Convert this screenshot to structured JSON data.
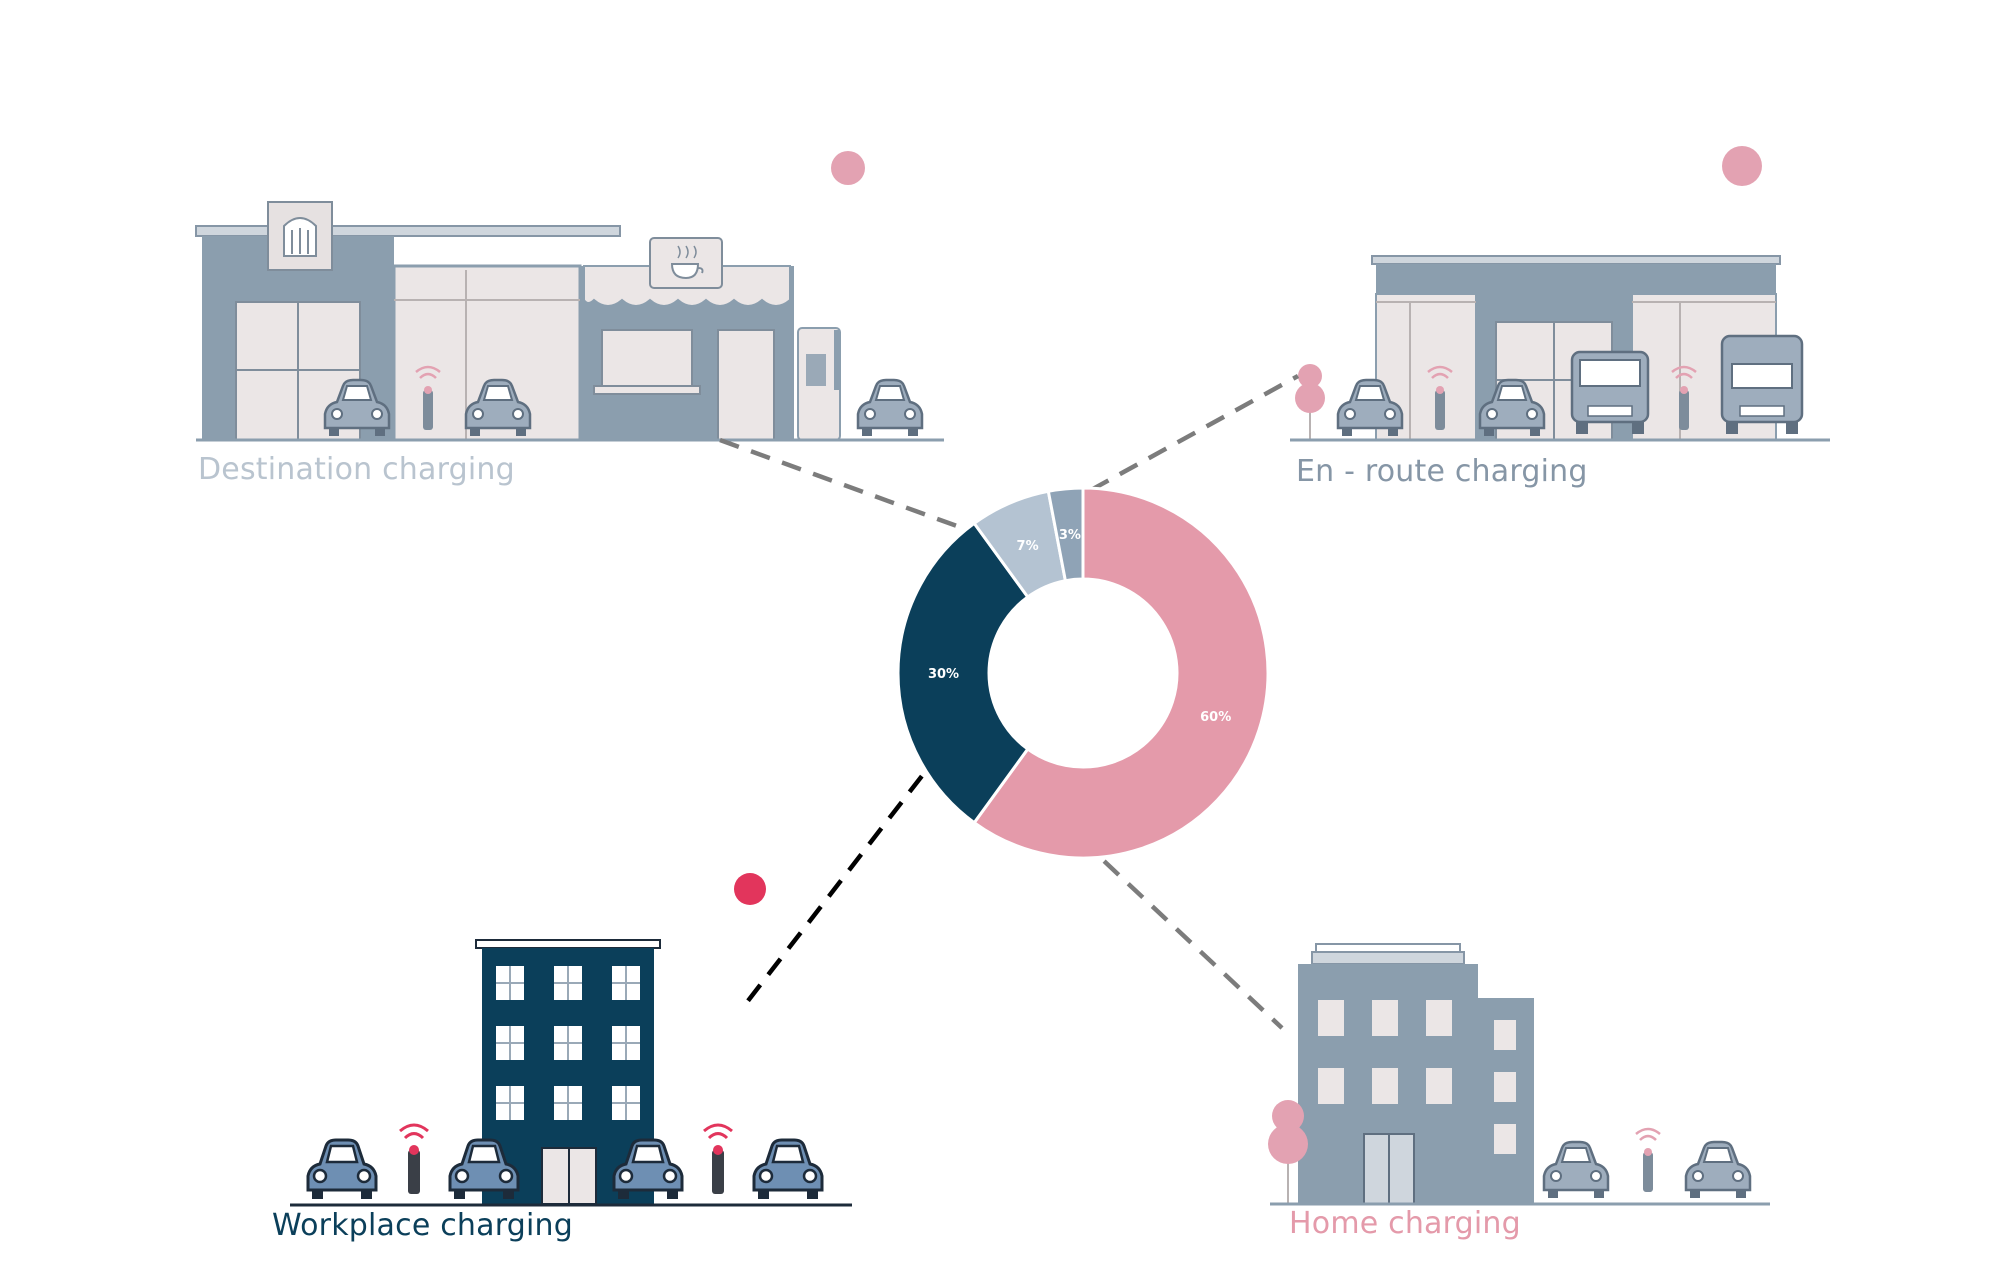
{
  "chart_data": {
    "type": "pie",
    "title": "",
    "categories": [
      "Home charging",
      "Workplace charging",
      "Destination charging",
      "En - route charging"
    ],
    "values": [
      60,
      30,
      7,
      3
    ],
    "value_labels": [
      "60%",
      "30%",
      "7%",
      "3%"
    ],
    "colors": [
      "#e49aaa",
      "#0b3f5a",
      "#b4c3d2",
      "#8fa3b6"
    ],
    "donut": true,
    "legend": "none"
  },
  "labels": {
    "destination": "Destination charging",
    "enroute": "En - route charging",
    "workplace": "Workplace charging",
    "home": "Home charging"
  },
  "label_colors": {
    "destination": "#b9c4cf",
    "enroute": "#8696a6",
    "workplace": "#0b3f5a",
    "home": "#e49aaa"
  },
  "marker_colors": {
    "soft": "#e3a2b2",
    "strong": "#e2355c"
  }
}
